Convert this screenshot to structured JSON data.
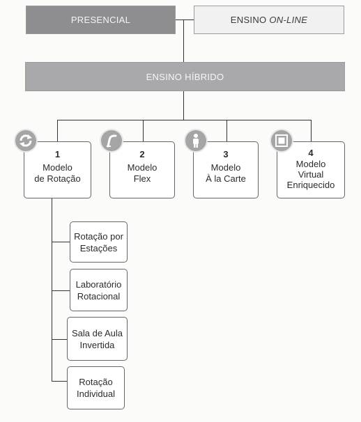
{
  "top": {
    "presencial": "PRESENCIAL",
    "online_prefix": "ENSINO ",
    "online_emph": "ON-LINE"
  },
  "hybrid": {
    "label": "ENSINO HÍBRIDO"
  },
  "models": [
    {
      "number": "1",
      "label": "Modelo\nde Rotação",
      "icon": "rotation-arrows-icon"
    },
    {
      "number": "2",
      "label": "Modelo\nFlex",
      "icon": "flex-curve-icon"
    },
    {
      "number": "3",
      "label": "Modelo\nÀ la Carte",
      "icon": "person-icon"
    },
    {
      "number": "4",
      "label": "Modelo\nVirtual\nEnriquecido",
      "icon": "virtual-window-icon"
    }
  ],
  "rotation_submodels": [
    "Rotação por\nEstações",
    "Laboratório\nRotacional",
    "Sala de Aula\nInvertida",
    "Rotação\nIndividual"
  ]
}
